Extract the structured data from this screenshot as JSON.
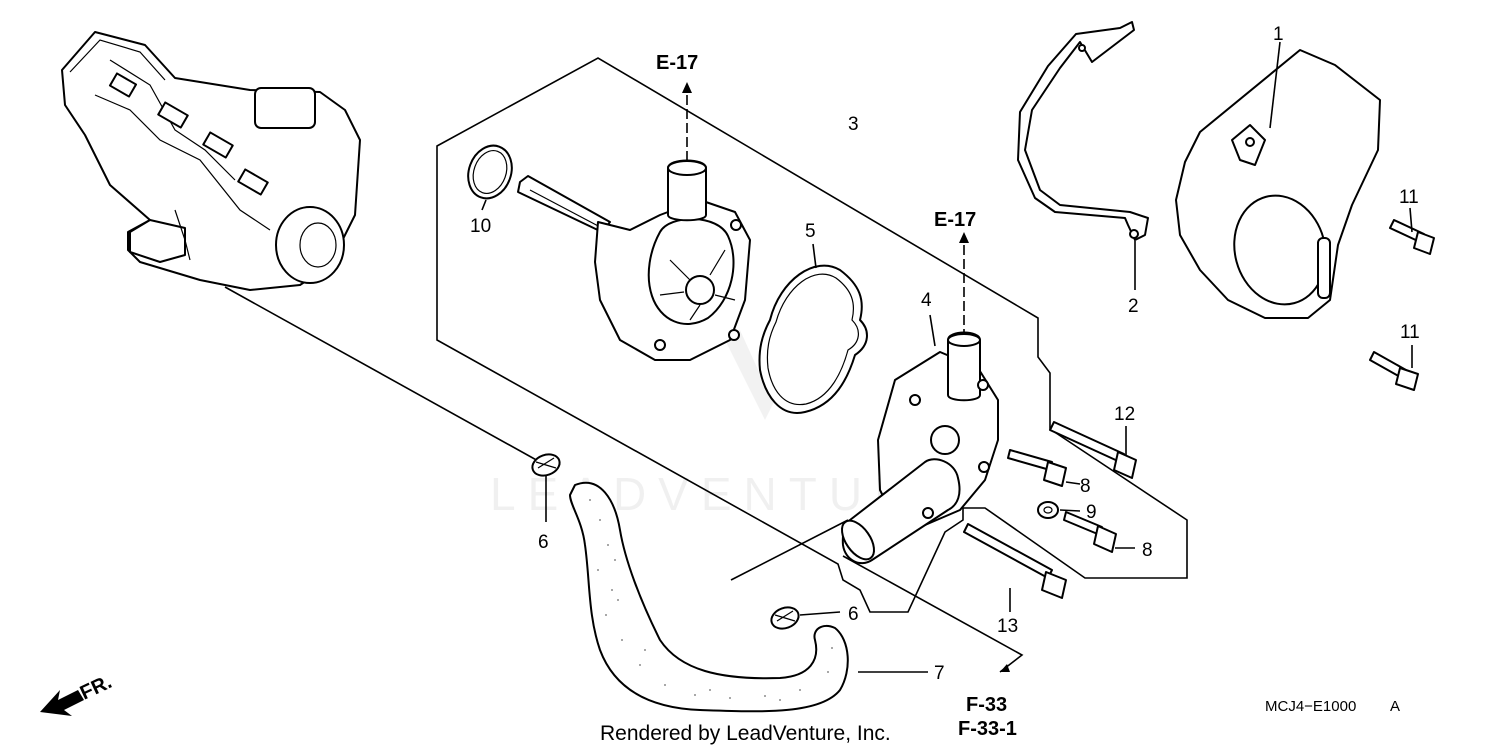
{
  "diagram": {
    "callouts": {
      "p1": "1",
      "p2": "2",
      "p3": "3",
      "p4": "4",
      "p5": "5",
      "p6a": "6",
      "p6b": "6",
      "p7": "7",
      "p8a": "8",
      "p8b": "8",
      "p9": "9",
      "p10": "10",
      "p11a": "11",
      "p11b": "11",
      "p12": "12",
      "p13": "13"
    },
    "refs": {
      "e17_top": "E-17",
      "e17_mid": "E-17",
      "f33": "F-33",
      "f331": "F-33-1"
    },
    "direction_label": "FR.",
    "drawing_code": "MCJ4−E1000",
    "drawing_suffix": "A",
    "credit": "Rendered by LeadVenture, Inc.",
    "watermark": "LEADVENTURE"
  }
}
